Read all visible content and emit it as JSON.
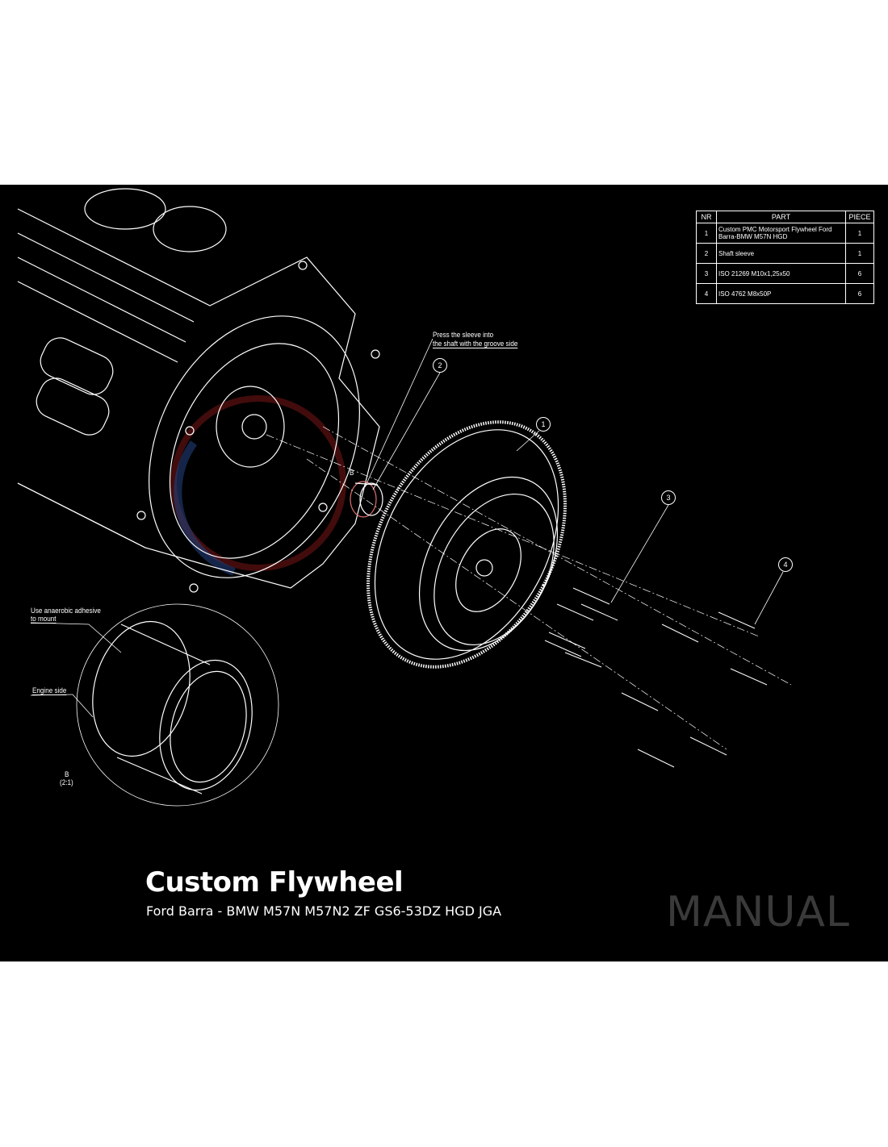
{
  "title": "Custom Flywheel",
  "subtitle": "Ford Barra - BMW M57N M57N2 ZF GS6-53DZ HGD JGA",
  "manual_label": "MANUAL",
  "notes": {
    "sleeve_line1": "Press the sleeve into",
    "sleeve_line2": "the shaft with the groove side",
    "adhesive_line1": "Use anaerobic adhesive",
    "adhesive_line2": "to mount",
    "engine_side": "Engine side",
    "detail_ref": "B",
    "detail_label": "B",
    "detail_scale": "(2:1)"
  },
  "balloons": [
    "1",
    "2",
    "3",
    "4"
  ],
  "bom": {
    "headers": [
      "NR",
      "PART",
      "PIECE"
    ],
    "rows": [
      {
        "nr": "1",
        "part": "Custom PMC Motorsport Flywheel Ford Barra-BMW M57N HGD",
        "piece": "1"
      },
      {
        "nr": "2",
        "part": "Shaft sleeve",
        "piece": "1"
      },
      {
        "nr": "3",
        "part": "ISO 21269 M10x1,25x50",
        "piece": "6"
      },
      {
        "nr": "4",
        "part": "ISO 4762 M8x50P",
        "piece": "6"
      }
    ]
  },
  "colors": {
    "background": "#000000",
    "lines": "#ffffff",
    "manual_text": "#3a3a3a",
    "watermark_red": "#8b1a1a",
    "watermark_blue": "#2a4f9a"
  }
}
